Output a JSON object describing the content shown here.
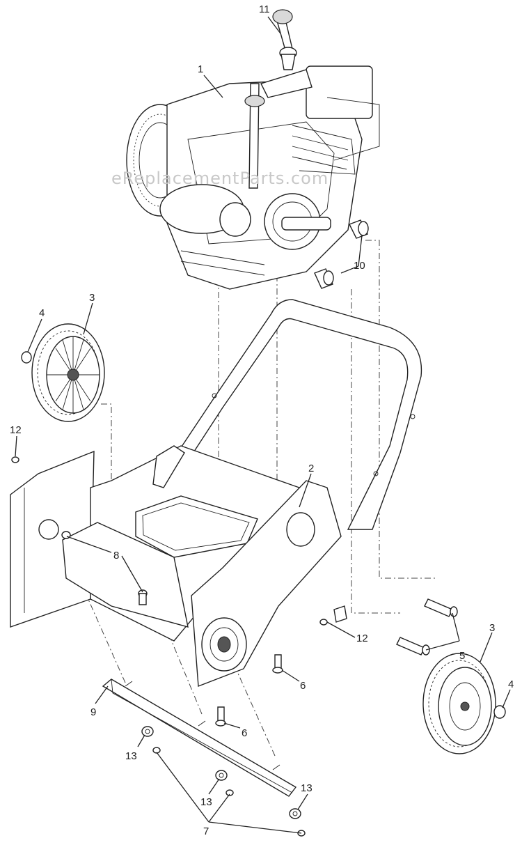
{
  "watermark": "eReplacementParts.com",
  "callouts": [
    {
      "id": "c11",
      "text": "11"
    },
    {
      "id": "c1",
      "text": "1"
    },
    {
      "id": "c10",
      "text": "10"
    },
    {
      "id": "c3a",
      "text": "3"
    },
    {
      "id": "c4a",
      "text": "4"
    },
    {
      "id": "c12a",
      "text": "12"
    },
    {
      "id": "c2",
      "text": "2"
    },
    {
      "id": "c8",
      "text": "8"
    },
    {
      "id": "c12b",
      "text": "12"
    },
    {
      "id": "c5",
      "text": "5"
    },
    {
      "id": "c3b",
      "text": "3"
    },
    {
      "id": "c4b",
      "text": "4"
    },
    {
      "id": "c6a",
      "text": "6"
    },
    {
      "id": "c6b",
      "text": "6"
    },
    {
      "id": "c9",
      "text": "9"
    },
    {
      "id": "c13a",
      "text": "13"
    },
    {
      "id": "c13b",
      "text": "13"
    },
    {
      "id": "c13c",
      "text": "13"
    },
    {
      "id": "c7",
      "text": "7"
    }
  ]
}
